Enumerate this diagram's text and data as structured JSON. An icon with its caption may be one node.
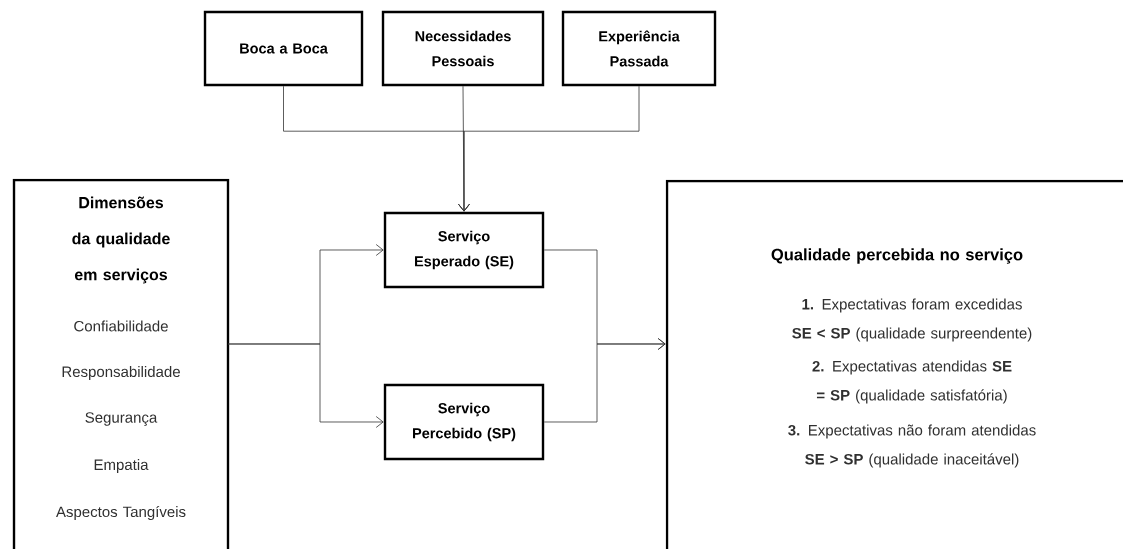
{
  "diagram": {
    "nodes": [
      {
        "text": [
          "Boca a Boca"
        ]
      },
      {
        "text": [
          "Necessidades Pessoais"
        ]
      },
      {
        "text": [
          "Experiência Passada"
        ]
      },
      {
        "text": [
          "Dimensões da qualidade em serviços",
          "Confiabilidade",
          "Responsabilidade",
          "Segurança",
          "Empatia",
          "Aspectos Tangíveis"
        ]
      },
      {
        "text": [
          "Serviço Esperado (SE)"
        ]
      },
      {
        "text": [
          "Serviço Percebido (SP)"
        ]
      },
      {
        "text": [
          "Qualidade percebida no serviço",
          "**1.** Expectativas foram excedidas **SE < SP** (qualidade surpreendente)",
          "**2.** Expectativas atendidas **SE = SP** (qualidade satisfatória)",
          "**3.** Expectativas não foram atendidas **SE > SP** (qualidade inaceitável)"
        ]
      }
    ],
    "edges": [
      {
        "from": 0,
        "to": 4,
        "arrow": "to"
      },
      {
        "from": 1,
        "to": 4,
        "arrow": "to"
      },
      {
        "from": 2,
        "to": 4,
        "arrow": "to"
      },
      {
        "from": 3,
        "to": 4,
        "arrow": "to"
      },
      {
        "from": 3,
        "to": 5,
        "arrow": "to"
      },
      {
        "from": 4,
        "to": 6,
        "arrow": "to"
      },
      {
        "from": 5,
        "to": 6,
        "arrow": "to"
      }
    ]
  }
}
